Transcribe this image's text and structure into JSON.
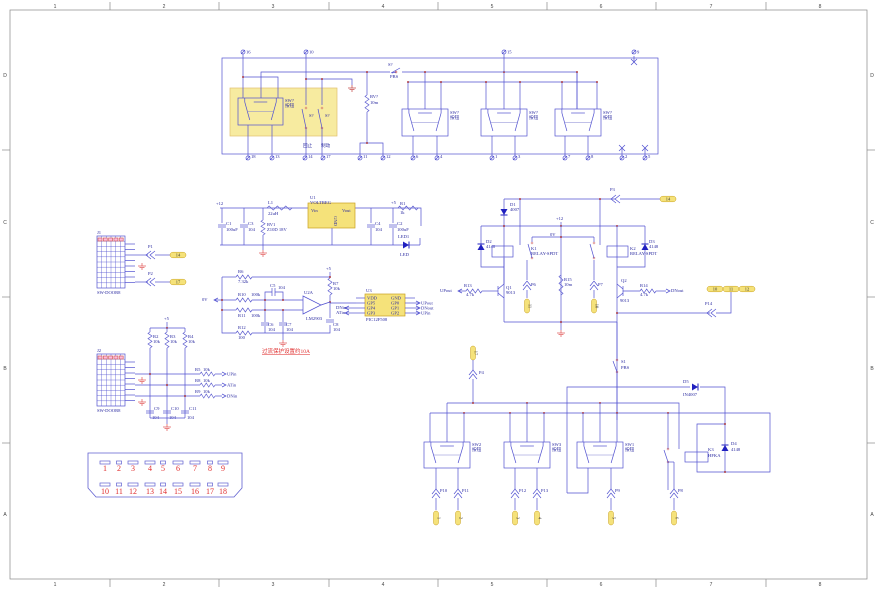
{
  "frame": {
    "columns": [
      "1",
      "2",
      "3",
      "4",
      "5",
      "6",
      "7",
      "8"
    ],
    "rows": [
      "D",
      "C",
      "B",
      "A"
    ]
  },
  "switch_panel": {
    "terminals_top": [
      "16",
      "10",
      "15",
      "9"
    ],
    "terminals_bottom": [
      "18",
      "13",
      "14",
      "17",
      "11",
      "12",
      "6",
      "4",
      "1",
      "3",
      "7",
      "8",
      "2",
      "5"
    ],
    "sw_ref": "SW?",
    "sw_value": "按钮",
    "s_main": "S?",
    "s_main_value": "PBS",
    "s_a": "S?",
    "s_b": "S?",
    "s_a_text": "回止",
    "s_b_text": "制动",
    "rv": "RV?",
    "rv_value": "10m"
  },
  "power_supply": {
    "vin": "+12",
    "c1": "C1",
    "c1_val": "100uF",
    "c3": "C3",
    "c3_val": "104",
    "l1": "L1",
    "l1_val": "22uH",
    "rv1": "RV1",
    "rv1_val": "Z10D 18V",
    "u1": "U1",
    "u1_val": "VOLTREG",
    "vin_pin": "Vin",
    "vout_pin": "Vout",
    "gnd_pin": "GND",
    "vout": "+5",
    "r1": "R1",
    "r1_val": "1k",
    "c4": "C4",
    "c4_val": "104",
    "c2": "C2",
    "c2_val": "100uF",
    "led": "LED1",
    "led_val": "LED"
  },
  "comparator": {
    "r6": "R6",
    "r6_val": "7.32k",
    "input": "0V",
    "r10": "R10",
    "r10_val": "100k",
    "r11": "R11",
    "r11_val": "100k",
    "c5": "C5",
    "c5_val": "104",
    "u2": "U2A",
    "u2_val": "LM2903",
    "vcc": "+5",
    "r7": "R7",
    "r7_val": "10k",
    "r12": "R12",
    "r12_val": "100",
    "c6": "C6",
    "c6_val": "104",
    "c7": "C7",
    "c7_val": "104",
    "c8": "C8",
    "c8_val": "104",
    "note": "过流保护设置约10A"
  },
  "mcu": {
    "ref": "U3",
    "part": "PIC12F508",
    "pins_left": [
      "VDD",
      "GP5",
      "GP4",
      "GP3"
    ],
    "pins_right": [
      "GND",
      "GP0",
      "GP1",
      "GP2"
    ],
    "in_left": [
      "DNin",
      "ATin"
    ],
    "out_right": [
      "UPout",
      "DNout",
      "UPin"
    ]
  },
  "relay_driver": {
    "d1": "D1",
    "d1_val": "4007",
    "p3": "P3",
    "p3_port": "14",
    "vcc": "+12",
    "d2": "D2",
    "d2_val": "4148",
    "k1": "K1",
    "k1_val": "RELAY-SPDT",
    "k2": "K2",
    "k2_val": "RELAY-SPDT",
    "d3": "D3",
    "d3_val": "4148",
    "gnd": "0V",
    "r15": "R15",
    "r15_val": "10m",
    "p6": "P6",
    "p6_port": "11",
    "p7": "P7",
    "p7_port": "10",
    "q1": "Q1",
    "q1_val": "9013",
    "q2": "Q2",
    "q2_val": "9013",
    "r13": "R13",
    "r13_val": "4.7k",
    "r14": "R14",
    "r14_val": "4.7k",
    "in1": "UPout",
    "in2": "DNout",
    "ports": [
      "10",
      "11",
      "12"
    ],
    "p14": "P14"
  },
  "inputs": {
    "j1": "J1",
    "j1_val": "SW-DOOR8",
    "p1": "P1",
    "p1_port": "14",
    "p2": "P2",
    "p2_port": "17",
    "j2": "J2",
    "j2_val": "SW-DOOR8",
    "vcc": "+5",
    "r2": "R2",
    "r3": "R3",
    "r4": "R4",
    "r_val": "10k",
    "r5": "R5",
    "r8": "R8",
    "r9": "R9",
    "outs": [
      "UPin",
      "ATin",
      "DNin"
    ],
    "c9": "C9",
    "c10": "C10",
    "c11": "C11",
    "c_val": "104"
  },
  "switch_matrix": {
    "p4": "P4",
    "p4_port": "17",
    "s1": "S1",
    "s1_val": "PBS",
    "d5": "D5",
    "d5_val": "IN4007",
    "d4": "D4",
    "d4_val": "4148",
    "k3": "K3",
    "k3_val": "HFKA",
    "sw": [
      "SW2",
      "SW3",
      "SW1"
    ],
    "sw_val": "按钮",
    "p_labels": [
      "P10",
      "P11",
      "P12",
      "P13",
      "P9",
      "P8"
    ],
    "p_ports": [
      "1",
      "2",
      "3",
      "4",
      "5",
      "6"
    ]
  },
  "connector": {
    "pins_top": [
      "1",
      "2",
      "3",
      "4",
      "5",
      "6",
      "7",
      "8",
      "9"
    ],
    "pins_bottom": [
      "10",
      "11",
      "12",
      "13",
      "14",
      "15",
      "16",
      "17",
      "18"
    ]
  }
}
